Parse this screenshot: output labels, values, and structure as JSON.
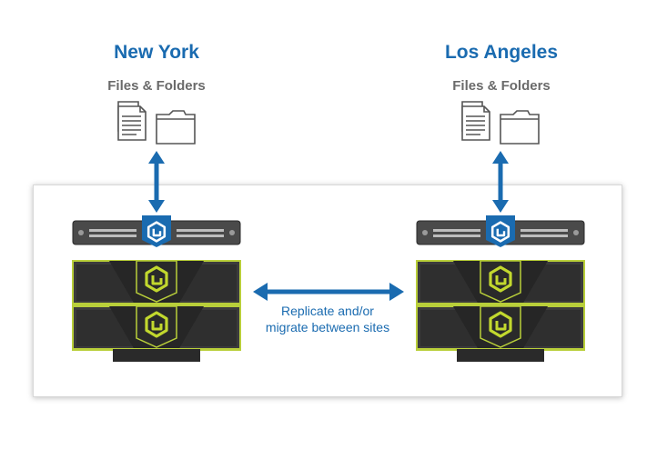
{
  "sites": [
    {
      "name": "New York",
      "subtitle": "Files & Folders"
    },
    {
      "name": "Los Angeles",
      "subtitle": "Files & Folders"
    }
  ],
  "caption": {
    "line1": "Replicate and/or",
    "line2": "migrate between sites"
  },
  "colors": {
    "accent_blue": "#1a6bb0",
    "logo_green": "#c2d82e",
    "server_dark": "#3a3a3a",
    "text_gray": "#6a6a6a"
  }
}
